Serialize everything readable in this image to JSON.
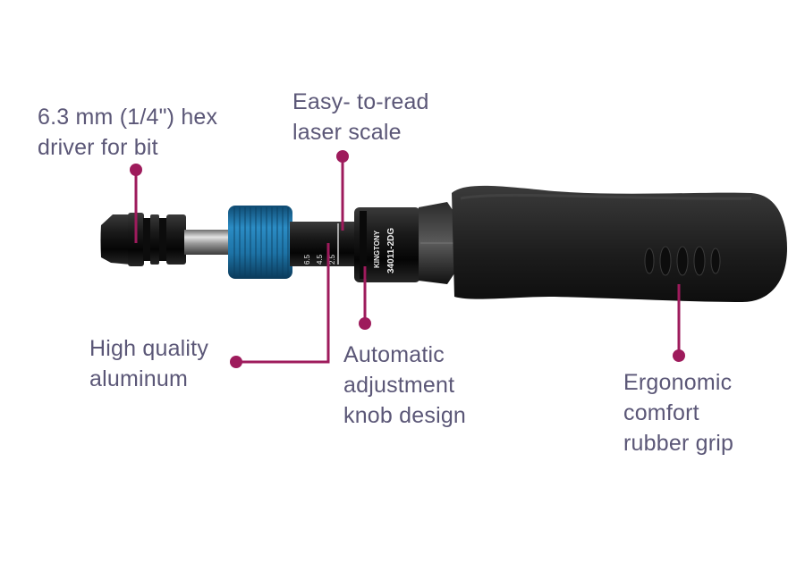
{
  "colors": {
    "label_text": "#5b5777",
    "callout_line": "#9e1b5c",
    "collar_blue": "#1d73a6",
    "body_black": "#141414",
    "grip_dark": "#2a2a2a"
  },
  "product": {
    "brand_marking": "KINGTONY",
    "model_marking": "34011-2DG",
    "scale_marks": [
      "6.5",
      "4.5",
      "2.5"
    ]
  },
  "callouts": {
    "hex_driver": {
      "line1": "6.3 mm (1/4\") hex",
      "line2": "driver for bit"
    },
    "laser_scale": {
      "line1": "Easy- to-read",
      "line2": "laser scale"
    },
    "aluminum": {
      "line1": "High quality",
      "line2": "aluminum"
    },
    "adjustment_knob": {
      "line1": "Automatic",
      "line2": "adjustment",
      "line3": "knob design"
    },
    "grip": {
      "line1": "Ergonomic",
      "line2": "comfort",
      "line3": "rubber grip"
    }
  }
}
